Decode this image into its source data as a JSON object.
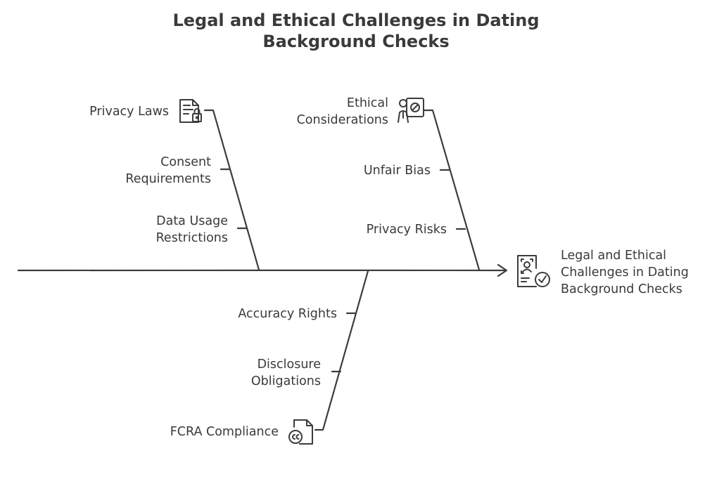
{
  "title": {
    "line1": "Legal and Ethical Challenges in Dating",
    "line2": "Background Checks"
  },
  "head": {
    "line1": "Legal and Ethical",
    "line2": "Challenges in Dating",
    "line3": "Background Checks",
    "icon": "background-check-approved-icon"
  },
  "branches": {
    "privacy_laws": {
      "label": "Privacy Laws",
      "icon": "document-lock-icon",
      "causes": {
        "consent": {
          "line1": "Consent",
          "line2": "Requirements"
        },
        "data_usage": {
          "line1": "Data Usage",
          "line2": "Restrictions"
        }
      }
    },
    "ethical": {
      "line1": "Ethical",
      "line2": "Considerations",
      "icon": "person-ethics-icon",
      "causes": {
        "unfair_bias": "Unfair Bias",
        "privacy_risks": "Privacy Risks"
      }
    },
    "fcra": {
      "label": "FCRA Compliance",
      "icon": "copyright-document-icon",
      "causes": {
        "accuracy_rights": "Accuracy Rights",
        "disclosure": {
          "line1": "Disclosure",
          "line2": "Obligations"
        }
      }
    }
  }
}
